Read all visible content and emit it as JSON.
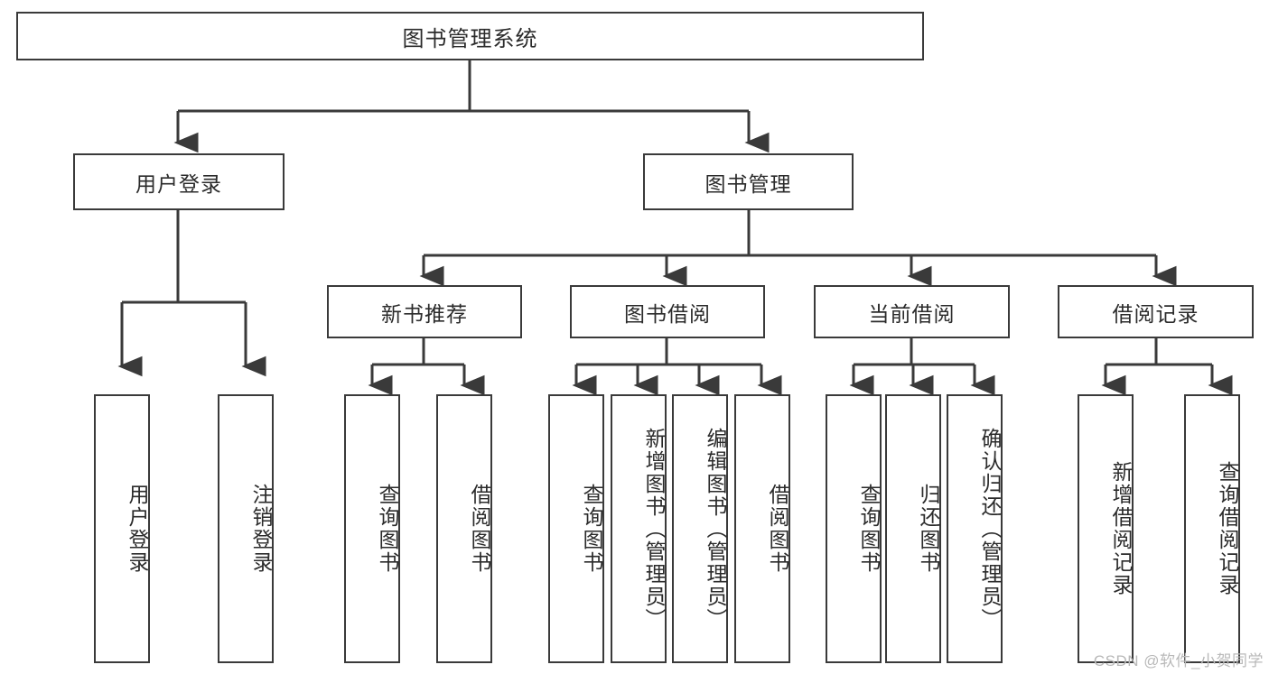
{
  "diagram": {
    "type": "tree-hierarchy-chart",
    "title": "图书管理系统",
    "stroke_color": "#3a3a3a",
    "text_color": "#2b2b2b",
    "background": "#ffffff",
    "root": {
      "label": "图书管理系统"
    },
    "level2": [
      {
        "label": "用户登录"
      },
      {
        "label": "图书管理"
      }
    ],
    "level3": [
      {
        "label": "新书推荐"
      },
      {
        "label": "图书借阅"
      },
      {
        "label": "当前借阅"
      },
      {
        "label": "借阅记录"
      }
    ],
    "leaves": {
      "user_login": [
        {
          "label": "用户登录"
        },
        {
          "label": "注销登录"
        }
      ],
      "new_book_recommend": [
        {
          "label": "查询图书"
        },
        {
          "label": "借阅图书"
        }
      ],
      "book_borrow": [
        {
          "label": "查询图书"
        },
        {
          "label": "新增图书（管理员）"
        },
        {
          "label": "编辑图书（管理员）"
        },
        {
          "label": "借阅图书"
        }
      ],
      "current_borrow": [
        {
          "label": "查询图书"
        },
        {
          "label": "归还图书"
        },
        {
          "label": "确认归还（管理员）"
        }
      ],
      "borrow_record": [
        {
          "label": "新增借阅记录"
        },
        {
          "label": "查询借阅记录"
        }
      ]
    }
  },
  "watermark": {
    "text": "CSDN @软件_小贺同学"
  }
}
